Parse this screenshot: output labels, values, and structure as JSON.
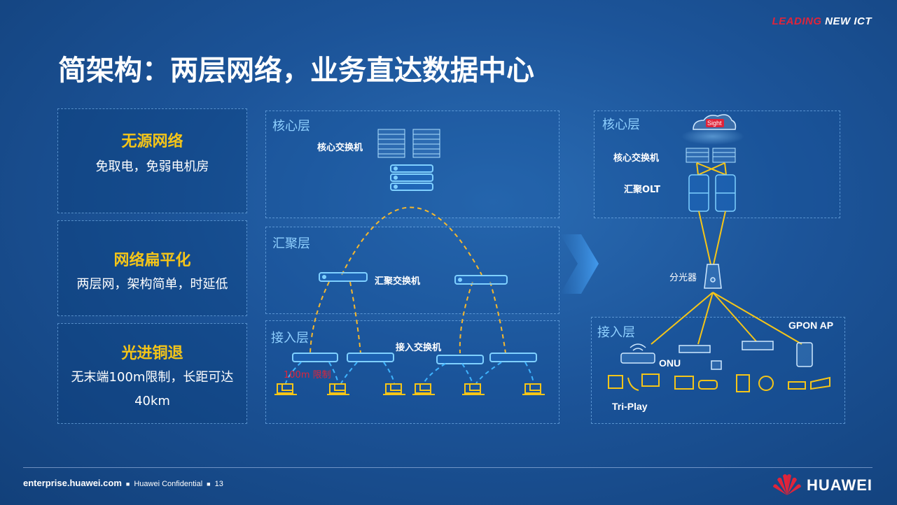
{
  "brand_tag": {
    "leading": "LEADING",
    "new_ict": " NEW ICT"
  },
  "title": "简架构：两层网络，业务直达数据中心",
  "features": [
    {
      "title": "无源网络",
      "desc_line1": "免取电，免弱电机房",
      "desc_line2": ""
    },
    {
      "title": "网络扁平化",
      "desc_line1": "两层网，架构简单，时延低",
      "desc_line2": ""
    },
    {
      "title": "光进铜退",
      "desc_line1": "无末端100m限制，长距可达",
      "desc_line2": "40km"
    }
  ],
  "left_diagram": {
    "core_layer": "核心层",
    "core_switch": "核心交换机",
    "aggregation_layer": "汇聚层",
    "aggregation_switch": "汇聚交换机",
    "access_layer": "接入层",
    "access_switch": "接入交换机",
    "limit_label": "100m 限制"
  },
  "right_diagram": {
    "core_layer": "核心层",
    "cloud_label": "Sight",
    "core_switch": "核心交换机",
    "olt": "汇聚OLT",
    "splitter": "分光器",
    "access_layer": "接入层",
    "gpon_ap": "GPON AP",
    "onu": "ONU",
    "tri_play": "Tri-Play"
  },
  "footer": {
    "site": "enterprise.huawei.com",
    "confidential": "Huawei Confidential",
    "page": "13"
  },
  "logo": {
    "text": "HUAWEI"
  },
  "colors": {
    "accent_yellow": "#f5c518",
    "line_cyan": "#3fb4ff",
    "brand_red": "#e0243a",
    "layer_label": "#8fd0ff"
  },
  "icons": [
    "server-rack-icon",
    "switch-icon",
    "laptop-icon",
    "cloud-icon",
    "olt-icon",
    "splitter-icon",
    "wifi-router-icon",
    "phone-icon",
    "tv-icon",
    "camera-icon",
    "gear-icon",
    "building-icon",
    "car-icon"
  ]
}
